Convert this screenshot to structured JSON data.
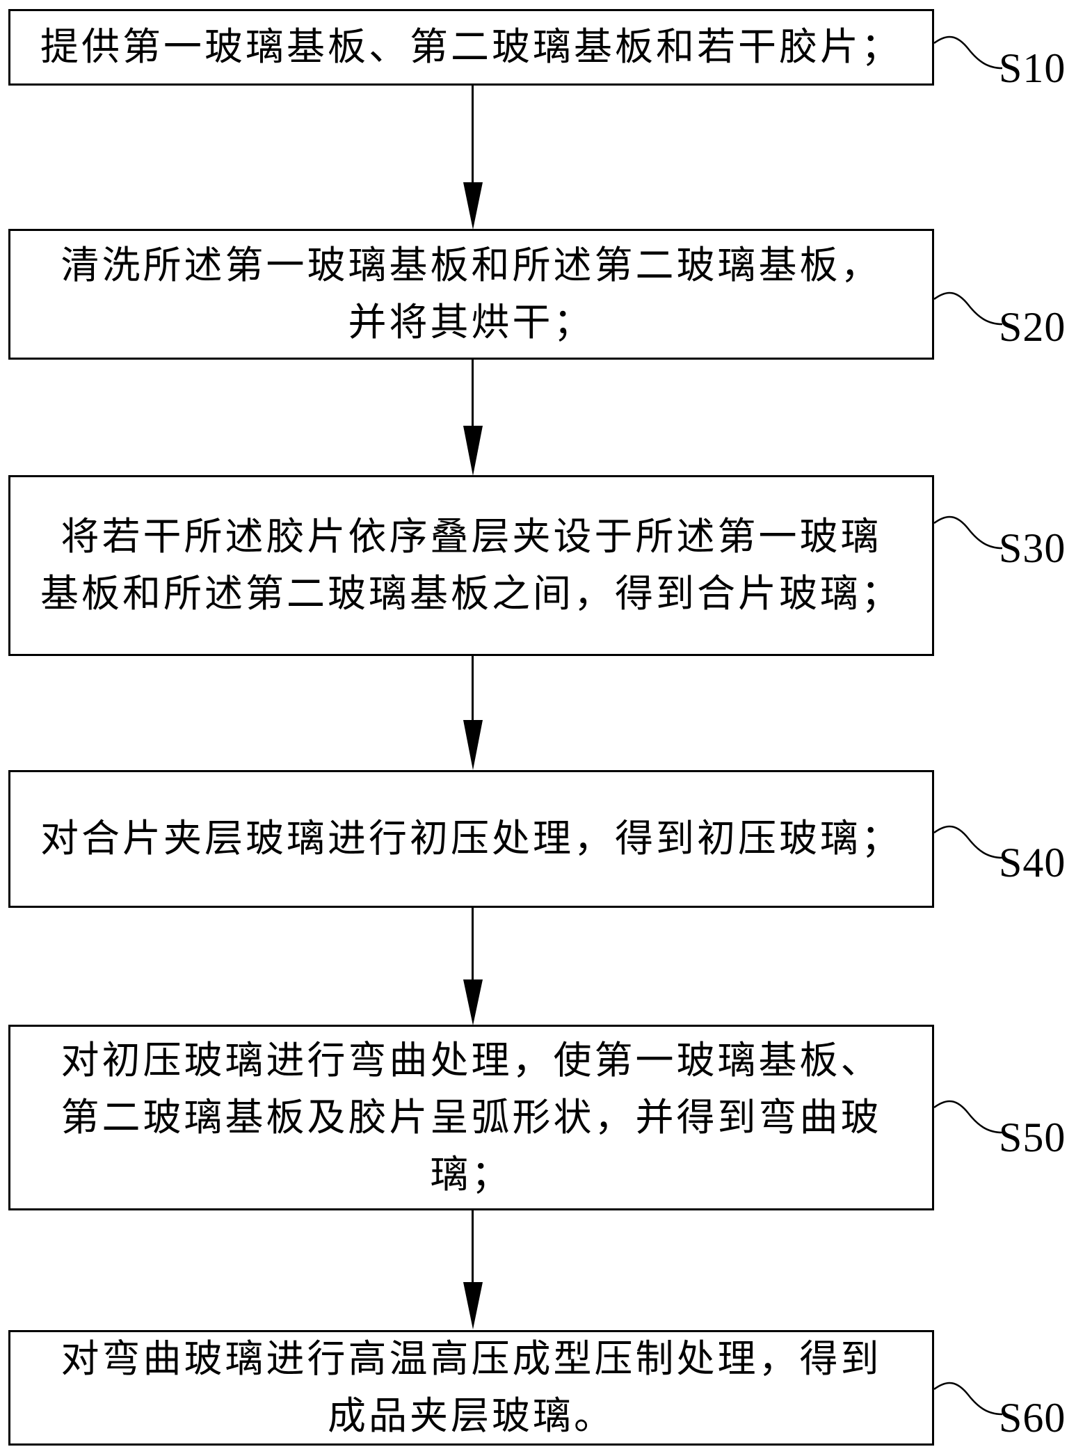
{
  "figure": {
    "background": "#ffffff",
    "line_color": "#000000",
    "type": "patent-process-flowchart"
  },
  "steps": [
    {
      "id": "S10",
      "lines": [
        "提供第一玻璃基板、第二玻璃基板和若干胶片；"
      ]
    },
    {
      "id": "S20",
      "lines": [
        "清洗所述第一玻璃基板和所述第二玻璃基板，",
        "并将其烘干；"
      ]
    },
    {
      "id": "S30",
      "lines": [
        "将若干所述胶片依序叠层夹设于所述第一玻璃",
        "基板和所述第二玻璃基板之间，得到合片玻璃；"
      ]
    },
    {
      "id": "S40",
      "lines": [
        "对合片夹层玻璃进行初压处理，得到初压玻璃；"
      ]
    },
    {
      "id": "S50",
      "lines": [
        "对初压玻璃进行弯曲处理，使第一玻璃基板、",
        "第二玻璃基板及胶片呈弧形状，并得到弯曲玻",
        "璃；"
      ]
    },
    {
      "id": "S60",
      "lines": [
        "对弯曲玻璃进行高温高压成型压制处理，得到",
        "成品夹层玻璃。"
      ]
    }
  ]
}
